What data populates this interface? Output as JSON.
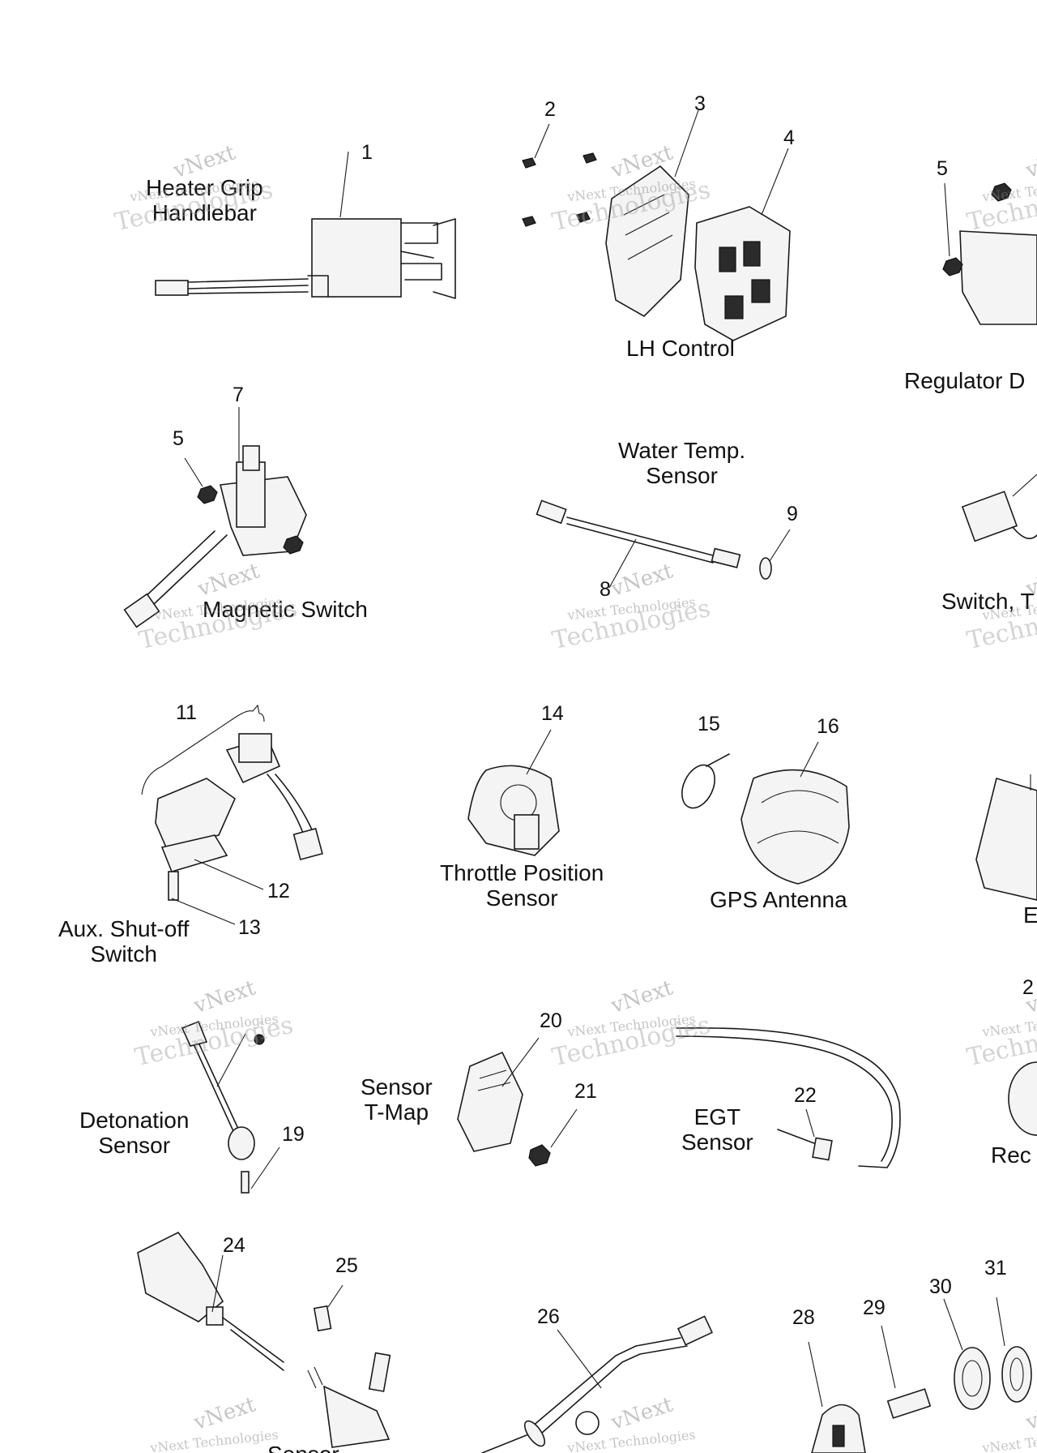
{
  "callouts": [
    "1",
    "2",
    "3",
    "4",
    "5",
    "7",
    "5",
    "9",
    "8",
    "11",
    "14",
    "15",
    "16",
    "12",
    "13",
    "20",
    "21",
    "22",
    "19",
    "24",
    "25",
    "26",
    "28",
    "29",
    "30",
    "31"
  ],
  "captions": {
    "heater": [
      "Heater Grip",
      "Handlebar"
    ],
    "lh_control": "LH Control",
    "regulator": "Regulator D",
    "water_temp": [
      "Water Temp.",
      "Sensor"
    ],
    "magnetic": "Magnetic Switch",
    "switch_t": "Switch, T",
    "throttle": [
      "Throttle Position",
      "Sensor"
    ],
    "gps": "GPS Antenna",
    "aux": [
      "Aux. Shut-off",
      "Switch"
    ],
    "e_cut": "E",
    "detonation": [
      "Detonation",
      "Sensor"
    ],
    "tmap": [
      "Sensor",
      "T-Map"
    ],
    "egt": [
      "EGT",
      "Sensor"
    ],
    "rec": "Rec",
    "partial_23": "2",
    "bottom_sensor": "Sensor"
  },
  "watermark": {
    "line1": "vNext",
    "line2": "vNext Technologies",
    "line3": "Technologies"
  }
}
